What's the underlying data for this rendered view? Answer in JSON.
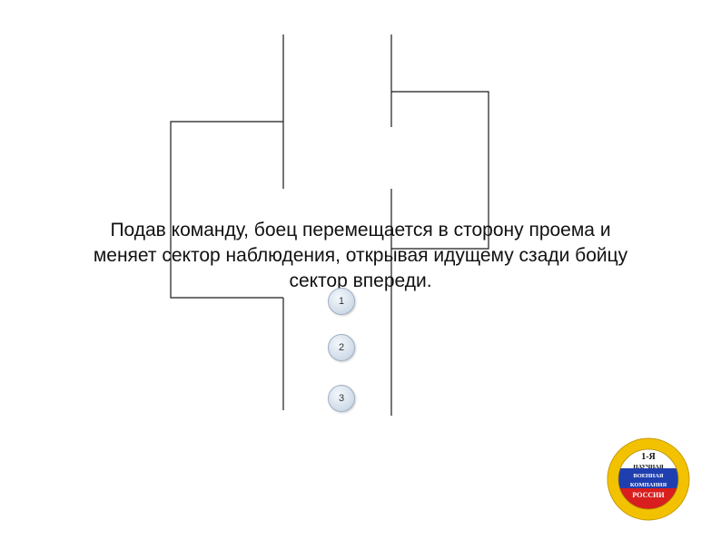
{
  "caption": {
    "lines": [
      "Подав команду, боец перемещается в сторону проема и",
      "меняет сектор наблюдения, открывая идущему сзади бойцу",
      "сектор впереди."
    ]
  },
  "fighters": [
    {
      "label": "1"
    },
    {
      "label": "2"
    },
    {
      "label": "3"
    }
  ],
  "logo": {
    "lines": [
      "1-Я",
      "НАУЧНАЯ",
      "ВОЕННАЯ",
      "КОМПАНИЯ",
      "РОССИИ"
    ],
    "colors": {
      "ring": "#f2c200",
      "white": "#ffffff",
      "blue": "#1f3fb0",
      "red": "#d81e1e"
    }
  }
}
